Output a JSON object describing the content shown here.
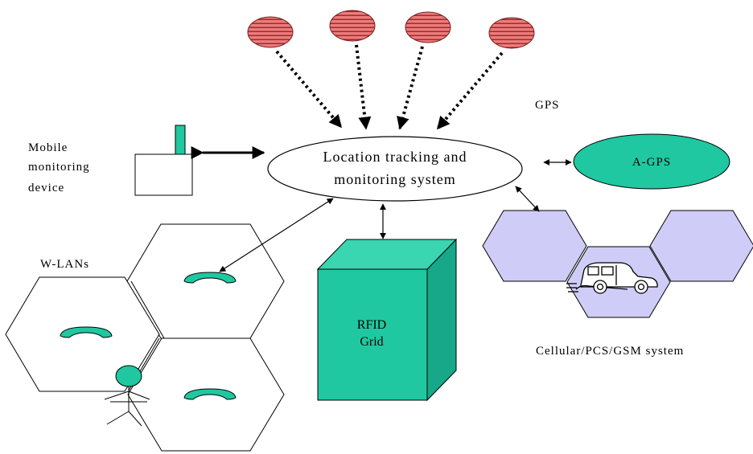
{
  "center": {
    "line1": "Location tracking and",
    "line2": "monitoring system"
  },
  "gps_label": "GPS",
  "agps_label": "A-GPS",
  "mobile_device": {
    "line1": "Mobile",
    "line2": "monitoring",
    "line3": "device"
  },
  "wlan_label": "W-LANs",
  "rfid": {
    "line1": "RFID",
    "line2": "Grid"
  },
  "cellular_label": "Cellular/PCS/GSM system",
  "colors": {
    "teal": "#1fc8a0",
    "teal_top": "#3ad6b2",
    "teal_side": "#16a888",
    "lavender": "#cfcdf7",
    "satellite": "#f07a7a"
  }
}
